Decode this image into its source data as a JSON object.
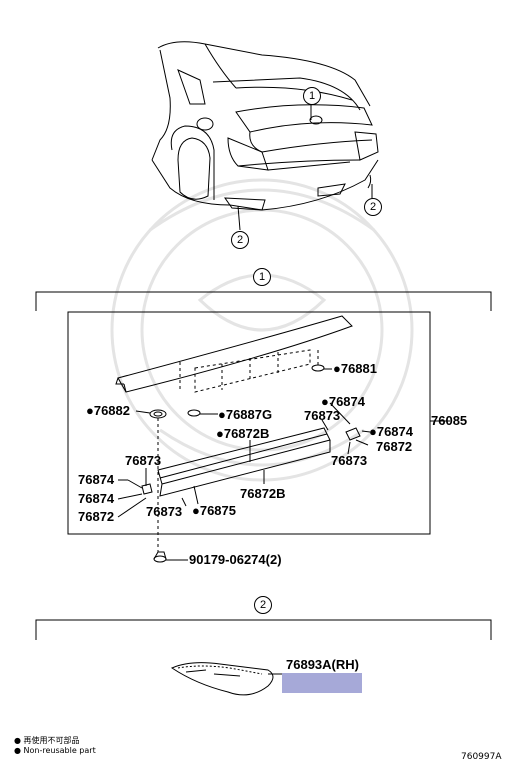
{
  "callouts": {
    "c1_top": "1",
    "c2_left": "2",
    "c2_right": "2",
    "c1_section": "1",
    "c2_section": "2"
  },
  "parts": {
    "p76881": "●76881",
    "p76882": "●76882",
    "p76887g": "●76887G",
    "p76874_r": "●76874",
    "p76873_r1": "76873",
    "p76874_r2": "●76874",
    "p76872_r": "76872",
    "p76085": "76085",
    "p76872b_1": "●76872B",
    "p76873_r2": "76873",
    "p76873_l": "76873",
    "p76874_l1": "76874",
    "p76874_l2": "76874",
    "p76872_l": "76872",
    "p76872b_2": "76872B",
    "p76873_b": "76873",
    "p76875": "●76875",
    "p90179": "90179-06274(2)",
    "p76893a": "76893A(RH)"
  },
  "notes": {
    "jp": "● 再使用不可部品",
    "en": "● Non-reusable part",
    "code": "760997A"
  },
  "colors": {
    "line": "#000000",
    "highlight": "#a6a9d8",
    "watermark": "#e4e4e4"
  }
}
